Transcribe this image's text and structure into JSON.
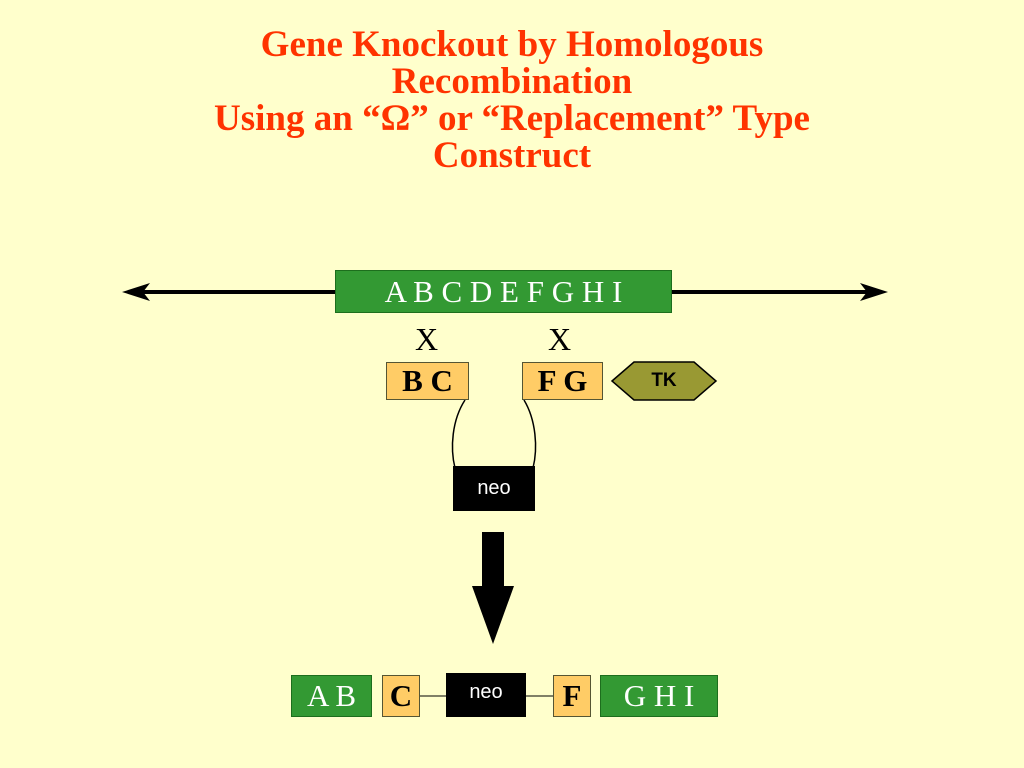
{
  "title": {
    "line1": "Gene Knockout by Homologous",
    "line2": "Recombination",
    "line3": "Using an “Ω” or “Replacement” Type",
    "line4": "Construct"
  },
  "chromosome": {
    "label": "A B C D E F G H I"
  },
  "crossovers": {
    "left": "X",
    "right": "X"
  },
  "construct": {
    "left_arm": "B C",
    "right_arm": "F G",
    "tk": "TK",
    "neo": "neo"
  },
  "result": {
    "seg_ab": "A B",
    "seg_c": "C",
    "seg_neo": "neo",
    "seg_f": "F",
    "seg_ghi": "G H I"
  },
  "colors": {
    "title": "#FF3300",
    "background": "#FFFFCC",
    "gene_green": "#339933",
    "arm_tan": "#FFCC66",
    "tk_olive": "#999933",
    "neo_black": "#000000"
  }
}
